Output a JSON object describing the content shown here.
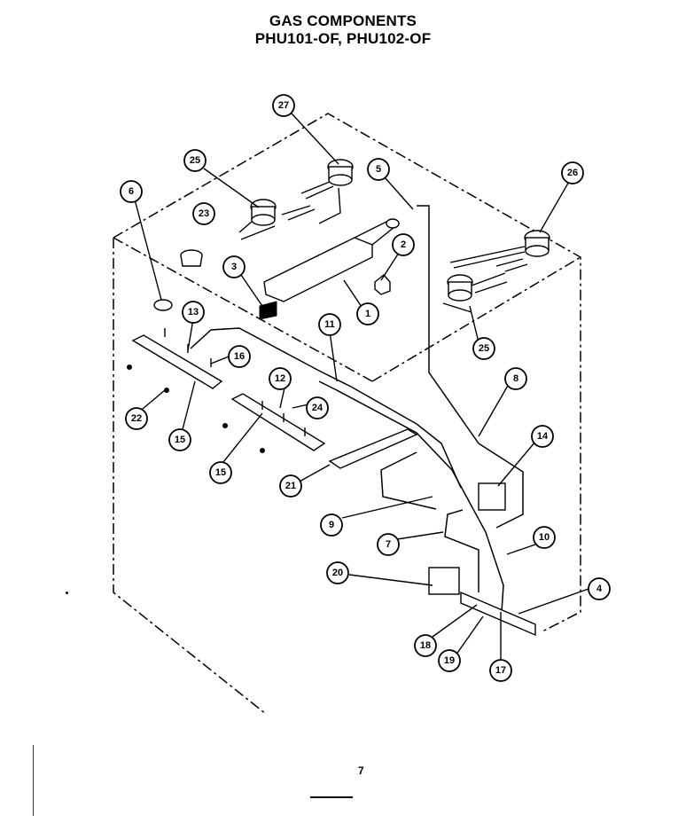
{
  "header": {
    "title": "GAS COMPONENTS",
    "models": "PHU101-OF, PHU102-OF"
  },
  "footer": {
    "page_number": "7"
  },
  "callouts": [
    {
      "id": "callout-27",
      "label": "27"
    },
    {
      "id": "callout-25a",
      "label": "25"
    },
    {
      "id": "callout-5",
      "label": "5"
    },
    {
      "id": "callout-26",
      "label": "26"
    },
    {
      "id": "callout-6",
      "label": "6"
    },
    {
      "id": "callout-23",
      "label": "23"
    },
    {
      "id": "callout-2",
      "label": "2"
    },
    {
      "id": "callout-3",
      "label": "3"
    },
    {
      "id": "callout-1",
      "label": "1"
    },
    {
      "id": "callout-13",
      "label": "13"
    },
    {
      "id": "callout-11",
      "label": "11"
    },
    {
      "id": "callout-25b",
      "label": "25"
    },
    {
      "id": "callout-16",
      "label": "16"
    },
    {
      "id": "callout-8",
      "label": "8"
    },
    {
      "id": "callout-12",
      "label": "12"
    },
    {
      "id": "callout-24",
      "label": "24"
    },
    {
      "id": "callout-22",
      "label": "22"
    },
    {
      "id": "callout-15a",
      "label": "15"
    },
    {
      "id": "callout-14",
      "label": "14"
    },
    {
      "id": "callout-15b",
      "label": "15"
    },
    {
      "id": "callout-21",
      "label": "21"
    },
    {
      "id": "callout-9",
      "label": "9"
    },
    {
      "id": "callout-7",
      "label": "7"
    },
    {
      "id": "callout-10",
      "label": "10"
    },
    {
      "id": "callout-20",
      "label": "20"
    },
    {
      "id": "callout-4",
      "label": "4"
    },
    {
      "id": "callout-18",
      "label": "18"
    },
    {
      "id": "callout-19",
      "label": "19"
    },
    {
      "id": "callout-17",
      "label": "17"
    }
  ]
}
